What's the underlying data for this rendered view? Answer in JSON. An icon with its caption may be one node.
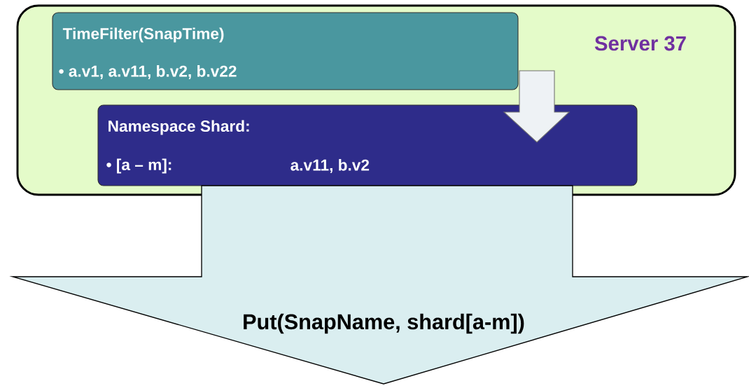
{
  "diagram": {
    "nodes": [
      {
        "text": [
          "Server 37"
        ]
      },
      {
        "text": [
          "TimeFilter(SnapTime)",
          "• a.v1, a.v11, b.v2, b.v22"
        ],
        "in": 0
      },
      {
        "text": [
          "Namespace Shard:",
          "• [a – m]:",
          "a.v11, b.v2"
        ],
        "in": 0
      },
      {
        "text": [
          "Put(SnapName, shard[a-m])"
        ]
      }
    ],
    "edges": [
      {
        "from": 1,
        "to": 2,
        "arrow": "to"
      }
    ]
  }
}
